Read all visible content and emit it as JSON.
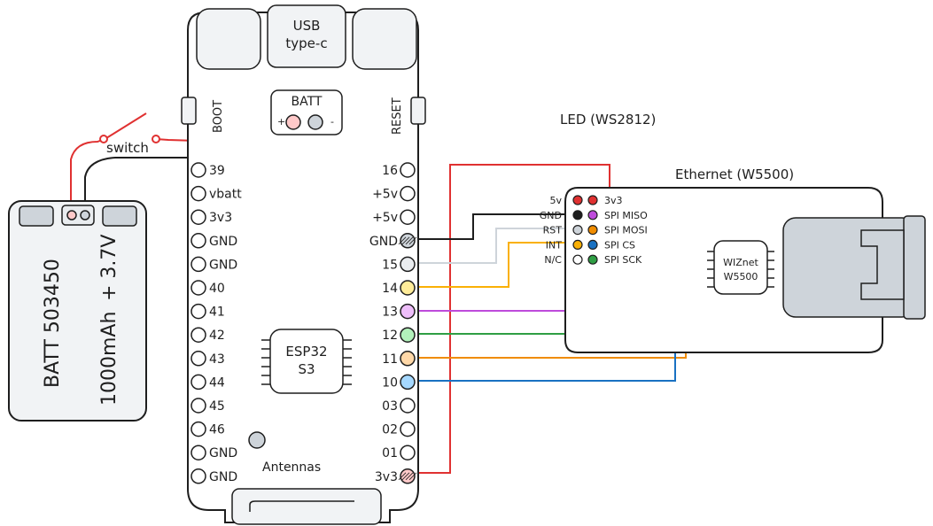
{
  "board": {
    "usb_label_1": "USB",
    "usb_label_2": "type-c",
    "boot": "BOOT",
    "reset": "RESET",
    "batt": "BATT",
    "batt_plus": "+",
    "batt_minus": "-",
    "chip_line1": "ESP32",
    "chip_line2": "S3",
    "antennas": "Antennas",
    "left_pins": [
      "39",
      "vbatt",
      "3v3",
      "GND",
      "GND",
      "40",
      "41",
      "42",
      "43",
      "44",
      "45",
      "46",
      "GND",
      "GND"
    ],
    "right_pins": [
      "16",
      "+5v",
      "+5v",
      "GND",
      "15",
      "14",
      "13",
      "12",
      "11",
      "10",
      "03",
      "02",
      "01",
      "3v3"
    ]
  },
  "battery": {
    "line1": "BATT 503450",
    "line2": "+ 3.7V",
    "line3": "1000mAh"
  },
  "switch_label": "switch",
  "led_label": "LED (WS2812)",
  "ethernet": {
    "title": "Ethernet (W5500)",
    "chip_line1": "WIZnet",
    "chip_line2": "W5500",
    "left_labels": [
      "5v",
      "GND",
      "RST",
      "INT",
      "N/C"
    ],
    "right_labels": [
      "3v3",
      "SPI MISO",
      "SPI MOSI",
      "SPI CS",
      "SPI SCK"
    ],
    "left_dot_colors": [
      "#e03131",
      "#1e1e1e",
      "#ced4da",
      "#fab005",
      "#ffffff"
    ],
    "right_dot_colors": [
      "#e03131",
      "#be4bdb",
      "#f08c00",
      "#1971c2",
      "#2f9e44"
    ]
  },
  "wire_colors": {
    "red": "#e03131",
    "black": "#1e1e1e",
    "gray": "#ced4da",
    "yellow": "#fab005",
    "purple": "#be4bdb",
    "green": "#2f9e44",
    "orange": "#f08c00",
    "blue": "#1971c2"
  }
}
